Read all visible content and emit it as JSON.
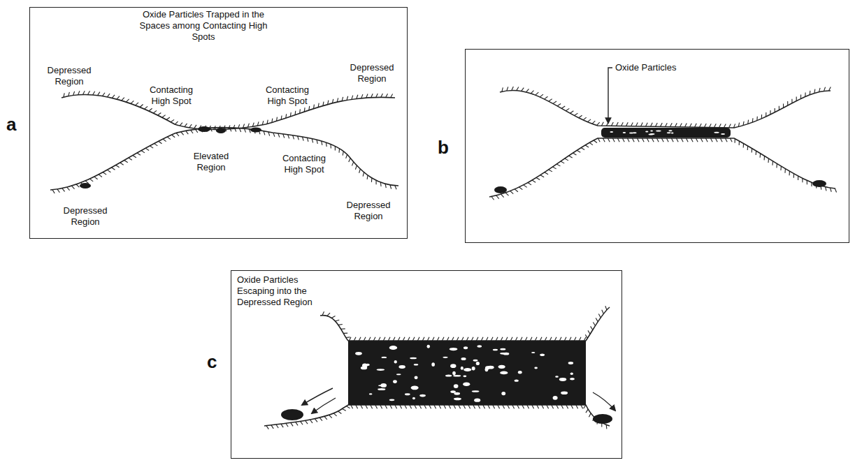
{
  "diagram": {
    "nodes": [
      {
        "text": [
          "a",
          "Oxide Particles Trapped in the Spaces among Contacting High Spots",
          "Depressed Region",
          "Depressed Region",
          "Contacting High Spot",
          "Contacting High Spot",
          "Elevated Region",
          "Contacting High Spot",
          "Depressed Region",
          "Depressed Region"
        ]
      },
      {
        "text": [
          "b",
          "Oxide Particles"
        ]
      },
      {
        "text": [
          "c",
          "Oxide Particles Escaping into the Depressed Region"
        ]
      }
    ]
  }
}
